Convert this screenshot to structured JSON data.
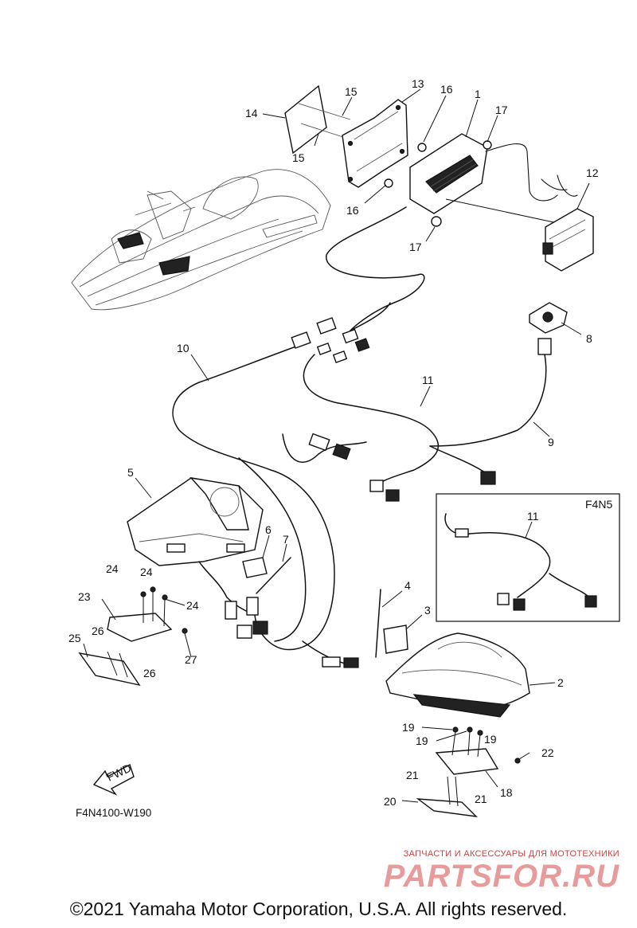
{
  "diagram": {
    "code": "F4N4100-W190",
    "inset_label": "F4N5",
    "fwd_label": "FWD",
    "callouts": {
      "c1": "1",
      "c2": "2",
      "c3": "3",
      "c4": "4",
      "c5": "5",
      "c6": "6",
      "c7": "7",
      "c8": "8",
      "c9": "9",
      "c10": "10",
      "c11": "11",
      "c11b": "11",
      "c12": "12",
      "c13": "13",
      "c14": "14",
      "c15a": "15",
      "c15b": "15",
      "c16a": "16",
      "c16b": "16",
      "c17a": "17",
      "c17b": "17",
      "c18": "18",
      "c19a": "19",
      "c19b": "19",
      "c19c": "19",
      "c20": "20",
      "c21a": "21",
      "c21b": "21",
      "c22": "22",
      "c23": "23",
      "c24a": "24",
      "c24b": "24",
      "c24c": "24",
      "c25": "25",
      "c26a": "26",
      "c26b": "26",
      "c27": "27"
    }
  },
  "watermark": {
    "tagline": "ЗАПЧАСТИ И АКСЕССУАРЫ ДЛЯ МОТОТЕХНИКИ",
    "logo": "PARTSFOR.RU"
  },
  "footer": {
    "copyright": "©2021 Yamaha Motor Corporation, U.S.A. All rights reserved."
  }
}
